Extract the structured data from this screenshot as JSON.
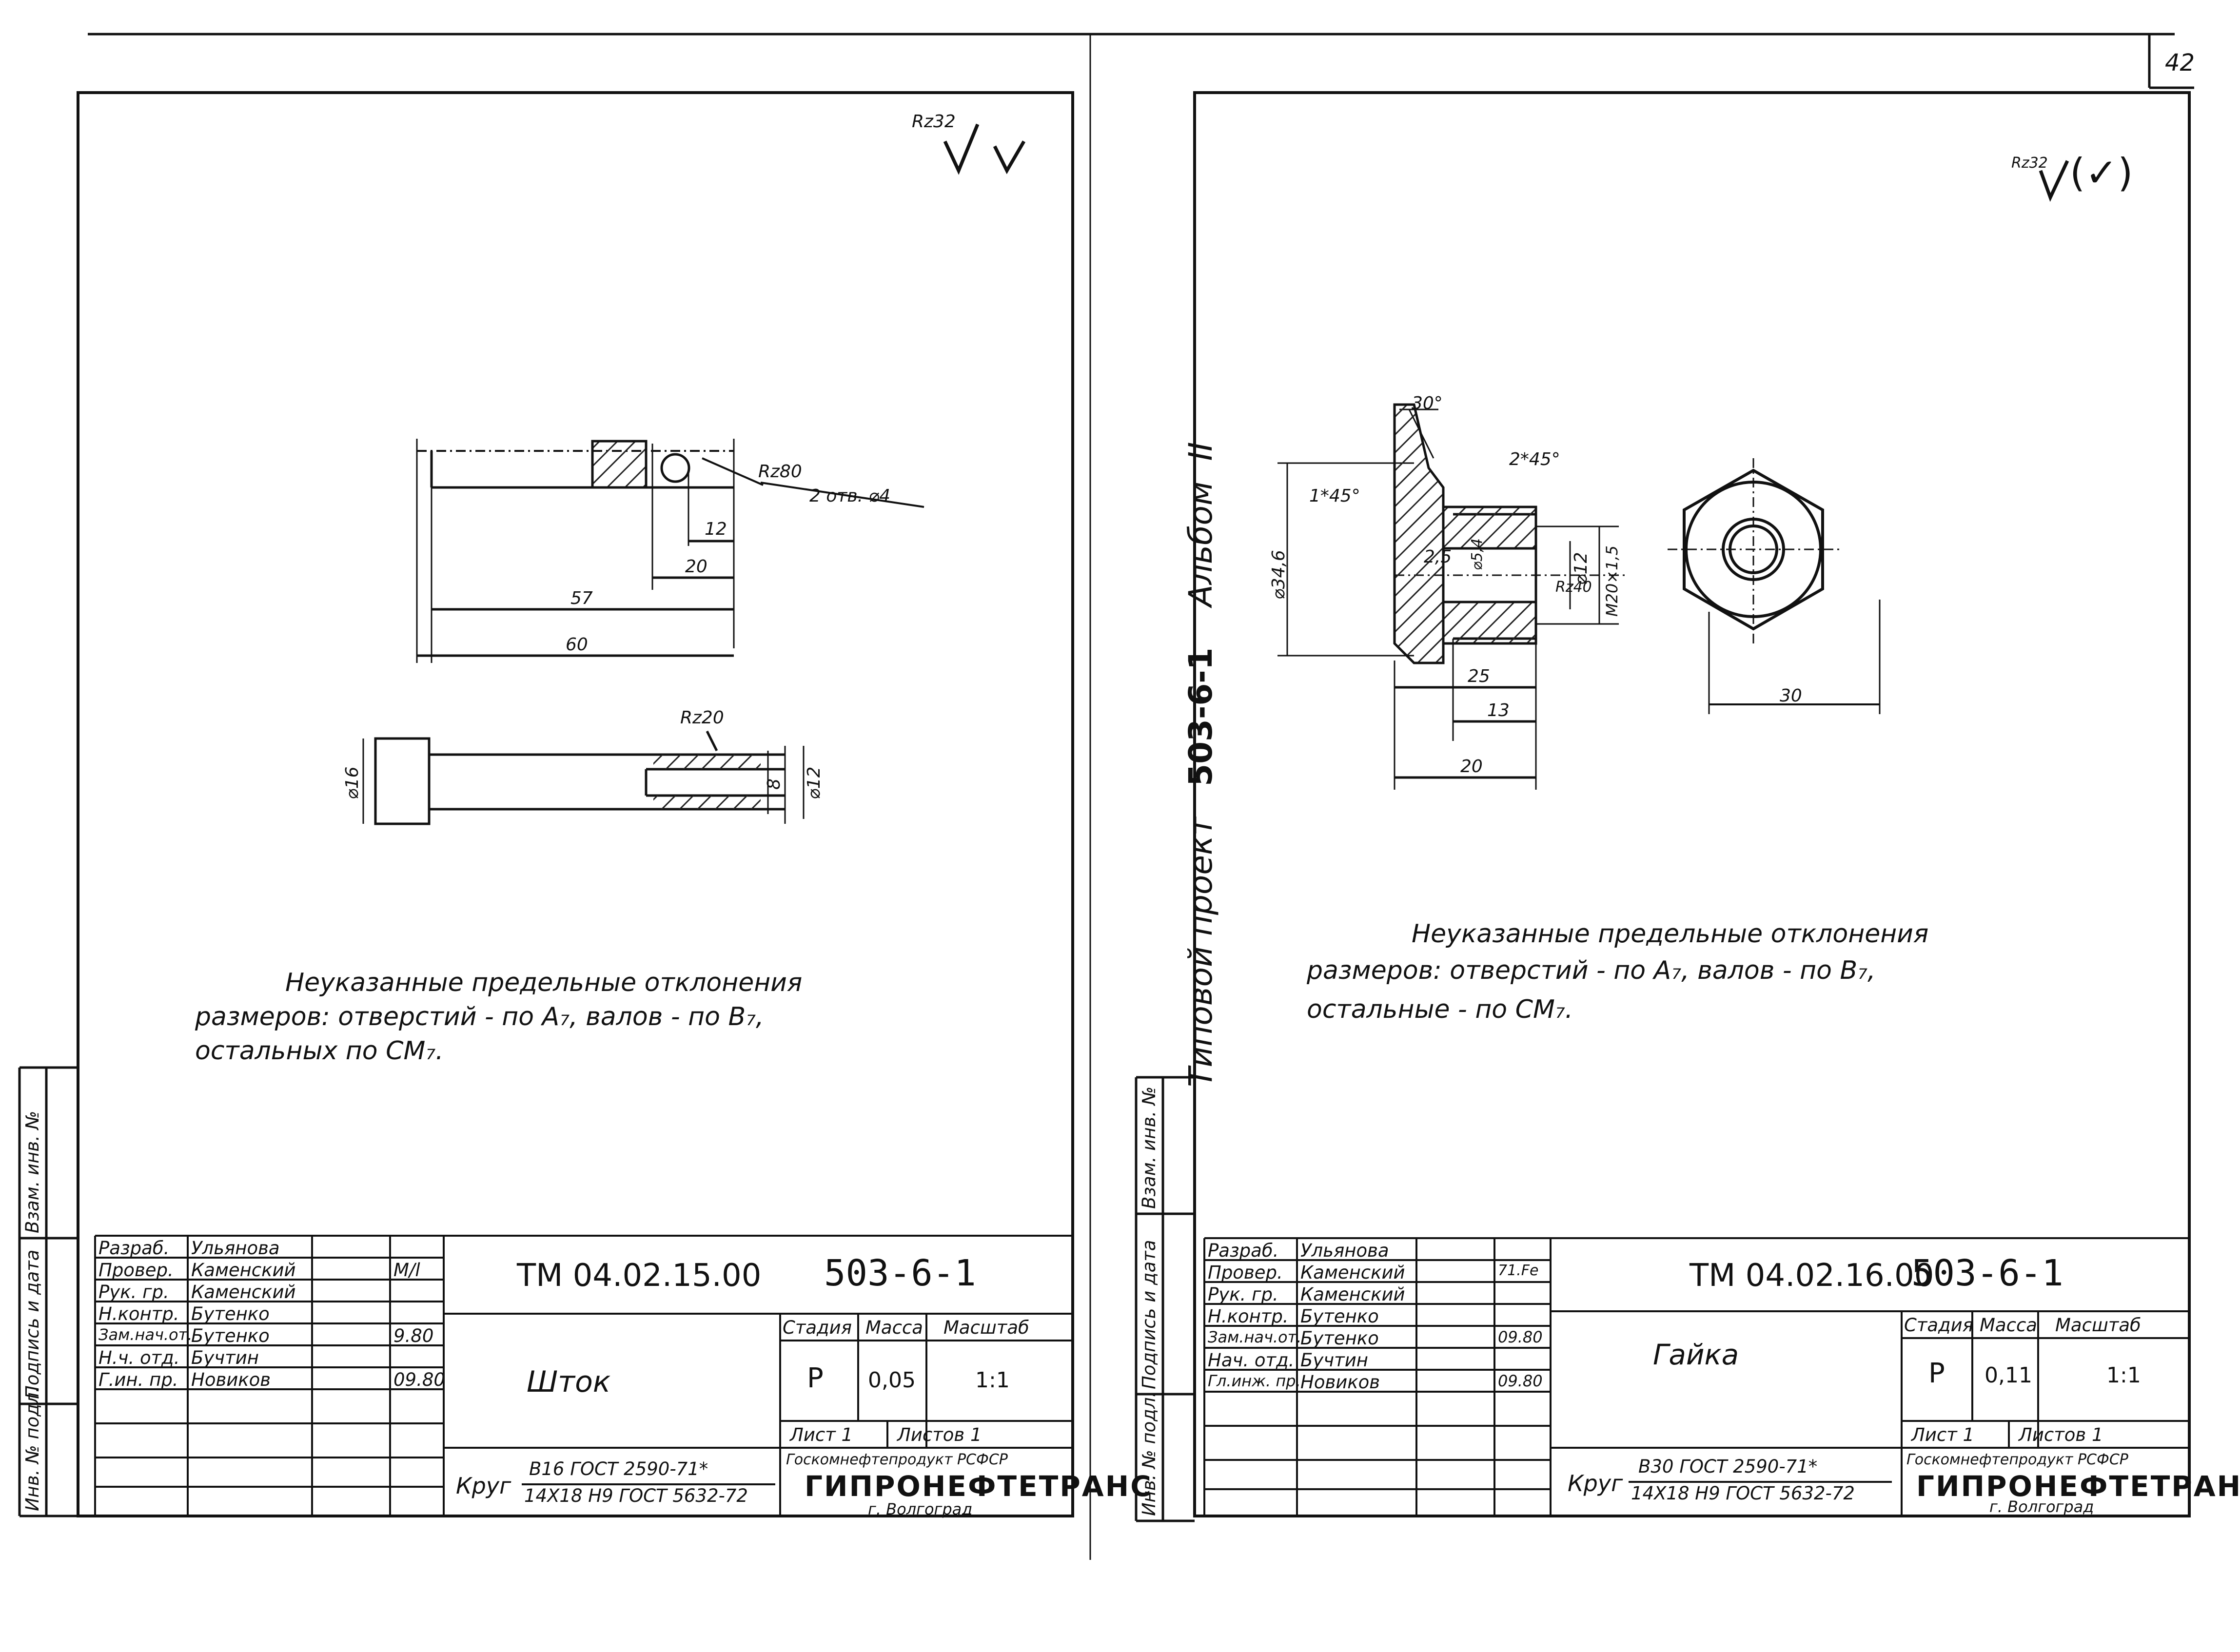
{
  "page_number": "42",
  "album": {
    "project_label": "Типовой проект",
    "project_number": "503-6-1",
    "album_label": "Альбом",
    "album_number": "II"
  },
  "left_side_labels": [
    "Взам. инв. №",
    "Подпись и дата",
    "Инв. № подл."
  ],
  "left_drawing": {
    "roughness": "Rz32",
    "dims_top": {
      "r1": "Rz80",
      "holes": "2 отв. ⌀4",
      "d12": "12",
      "d20": "20",
      "d57": "57",
      "d60": "60"
    },
    "dims_bottom": {
      "rz": "Rz20",
      "dia16": "⌀16",
      "eight": "8",
      "dia12": "⌀12"
    },
    "note": [
      "Неуказанные предельные отклонения",
      "размеров: отверстий - по A₇, валов - по B₇,",
      "остальных по СМ₇."
    ],
    "title_block": {
      "roles": [
        {
          "role": "Разраб.",
          "name": "Ульянова",
          "date": ""
        },
        {
          "role": "Провер.",
          "name": "Каменский",
          "date": "M/l"
        },
        {
          "role": "Рук. гр.",
          "name": "Каменский",
          "date": ""
        },
        {
          "role": "Н.контр.",
          "name": "Бутенко",
          "date": ""
        },
        {
          "role": "Зам.нач.от.",
          "name": "Бутенко",
          "date": "9.80"
        },
        {
          "role": "Н.ч. отд.",
          "name": "Бучтин",
          "date": ""
        },
        {
          "role": "Г.ин. пр.",
          "name": "Новиков",
          "date": "09.80"
        }
      ],
      "doc_code": "ТМ 04.02.15.00",
      "project": "503-6-1",
      "part_name": "Шток",
      "headers": [
        "Стадия",
        "Масса",
        "Масштаб"
      ],
      "stage": "Р",
      "mass": "0,05",
      "scale": "1:1",
      "sheet": "Лист 1",
      "sheets": "Листов 1",
      "material_prefix": "Круг",
      "material_top": "В16 ГОСТ 2590-71*",
      "material_bottom": "14Х18 Н9 ГОСТ 5632-72",
      "org_top": "Госкомнефтепродукт РСФСР",
      "org_main": "ГИПРОНЕФТЕТРАНС",
      "org_city": "г. Волгоград"
    }
  },
  "right_drawing": {
    "roughness": "Rz32",
    "roughness_suffix": "(✓)",
    "dims": {
      "chamfer_top": "30°",
      "chamfer_big": "1*45°",
      "chamfer_small": "2*45°",
      "dia346": "⌀34,6",
      "r25a": "2,5",
      "dia54": "⌀5,4",
      "dia12": "⌀12",
      "thread": "M20×1,5",
      "rz40": "Rz40",
      "d25": "25",
      "d13": "13",
      "d20": "20",
      "d30": "30"
    },
    "note": [
      "Неуказанные предельные отклонения",
      "размеров: отверстий - по A₇, валов - по B₇,",
      "остальные - по СМ₇."
    ],
    "title_block": {
      "roles": [
        {
          "role": "Разраб.",
          "name": "Ульянова",
          "date": ""
        },
        {
          "role": "Провер.",
          "name": "Каменский",
          "date": "71.Fe"
        },
        {
          "role": "Рук. гр.",
          "name": "Каменский",
          "date": ""
        },
        {
          "role": "Н.контр.",
          "name": "Бутенко",
          "date": ""
        },
        {
          "role": "Зам.нач.от.",
          "name": "Бутенко",
          "date": "09.80"
        },
        {
          "role": "Нач. отд.",
          "name": "Бучтин",
          "date": ""
        },
        {
          "role": "Гл.инж. пр.",
          "name": "Новиков",
          "date": "09.80"
        }
      ],
      "doc_code": "ТМ 04.02.16.00",
      "project": "503-6-1",
      "part_name": "Гайка",
      "headers": [
        "Стадия",
        "Масса",
        "Масштаб"
      ],
      "stage": "Р",
      "mass": "0,11",
      "scale": "1:1",
      "sheet": "Лист 1",
      "sheets": "Листов 1",
      "material_prefix": "Круг",
      "material_top": "В30 ГОСТ 2590-71*",
      "material_bottom": "14Х18 Н9 ГОСТ 5632-72",
      "org_top": "Госкомнефтепродукт РСФСР",
      "org_main": "ГИПРОНЕФТЕТРАНС",
      "org_city": "г. Волгоград"
    }
  }
}
